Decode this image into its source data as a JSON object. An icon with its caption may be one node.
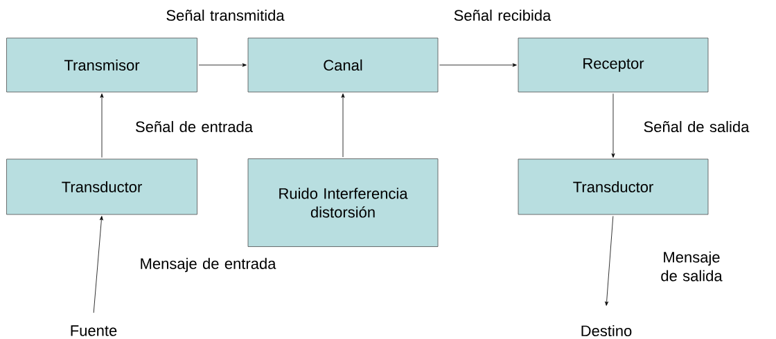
{
  "diagram": {
    "nodes": [
      {
        "text": [
          "Transmisor"
        ]
      },
      {
        "text": [
          "Canal"
        ]
      },
      {
        "text": [
          "Receptor"
        ]
      },
      {
        "text": [
          "Transductor"
        ]
      },
      {
        "text": [
          "Ruido Interferencia distorsión"
        ]
      },
      {
        "text": [
          "Transductor"
        ]
      },
      {
        "text": [
          "Fuente"
        ]
      },
      {
        "text": [
          "Destino"
        ]
      }
    ],
    "edges": [
      {
        "from": 0,
        "to": 1,
        "arrow": "to",
        "label": "Señal transmitida"
      },
      {
        "from": 1,
        "to": 2,
        "arrow": "to",
        "label": "Señal recibida"
      },
      {
        "from": 3,
        "to": 0,
        "arrow": "to",
        "label": "Señal de entrada"
      },
      {
        "from": 4,
        "to": 1,
        "arrow": "to"
      },
      {
        "from": 2,
        "to": 5,
        "arrow": "to",
        "label": "Señal de salida"
      },
      {
        "from": 6,
        "to": 3,
        "arrow": "to",
        "label": "Mensaje de entrada"
      },
      {
        "from": 5,
        "to": 7,
        "arrow": "to",
        "label": "Mensaje de salida"
      }
    ]
  }
}
